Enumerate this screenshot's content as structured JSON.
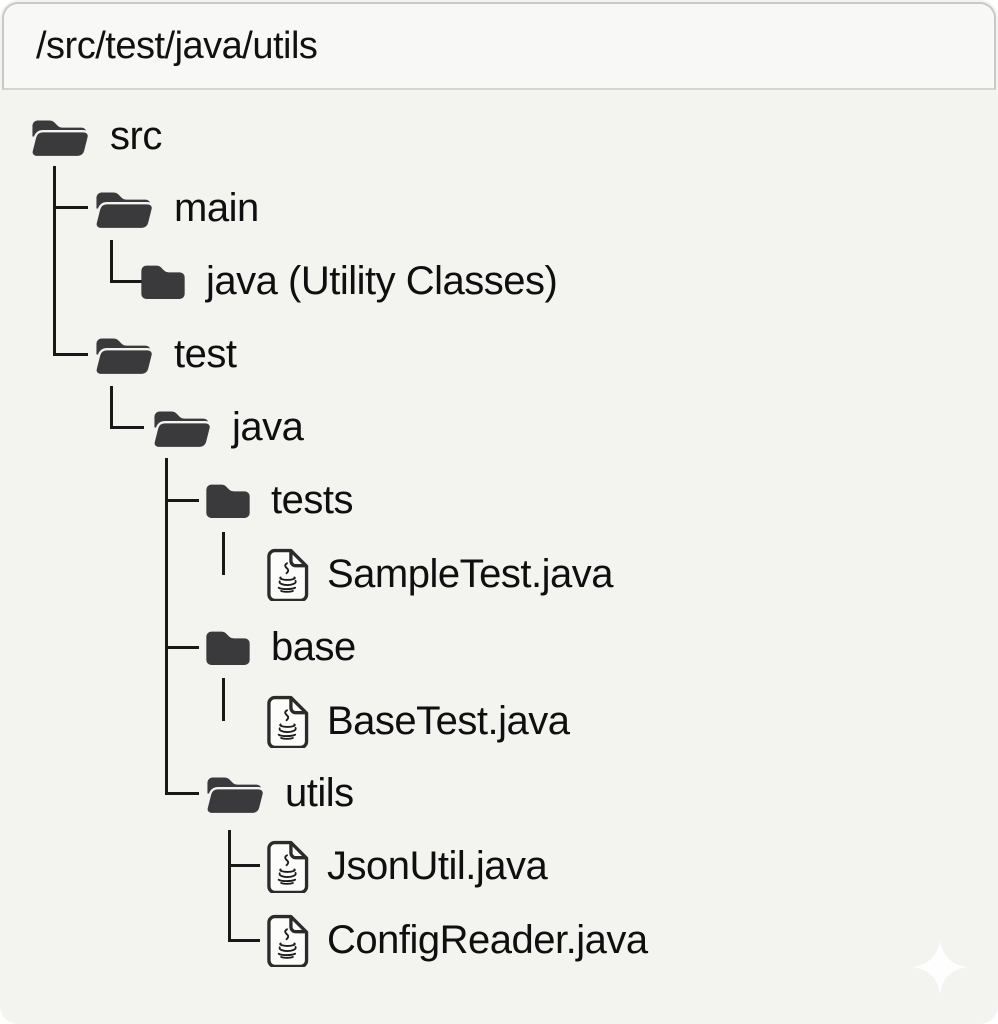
{
  "pathbar": {
    "path": "/src/test/java/utils"
  },
  "tree": {
    "rows": [
      {
        "label": "src",
        "icon": "folder-open"
      },
      {
        "label": "main",
        "icon": "folder-open"
      },
      {
        "label": "java (Utility Classes)",
        "icon": "folder-closed"
      },
      {
        "label": "test",
        "icon": "folder-open"
      },
      {
        "label": "java",
        "icon": "folder-open"
      },
      {
        "label": "tests",
        "icon": "folder-closed"
      },
      {
        "label": "SampleTest.java",
        "icon": "java-file"
      },
      {
        "label": "base",
        "icon": "folder-closed"
      },
      {
        "label": "BaseTest.java",
        "icon": "java-file"
      },
      {
        "label": "utils",
        "icon": "folder-open"
      },
      {
        "label": "JsonUtil.java",
        "icon": "java-file"
      },
      {
        "label": "ConfigReader.java",
        "icon": "java-file"
      }
    ]
  },
  "icons": {
    "folder_open": "open-folder-icon",
    "folder_closed": "closed-folder-icon",
    "java_file": "java-file-icon",
    "watermark": "sparkle-icon"
  },
  "colors": {
    "folder_fill": "#3a3a3c",
    "text": "#0f0f0f",
    "connector": "#181818",
    "tree_background": "#f3f3f0",
    "pathbar_background": "#f8f8f6",
    "pathbar_border": "#c9c9c9",
    "file_fill": "#fcfcfa",
    "file_stroke": "#2b2b2b",
    "sparkle": "#ffffff"
  }
}
